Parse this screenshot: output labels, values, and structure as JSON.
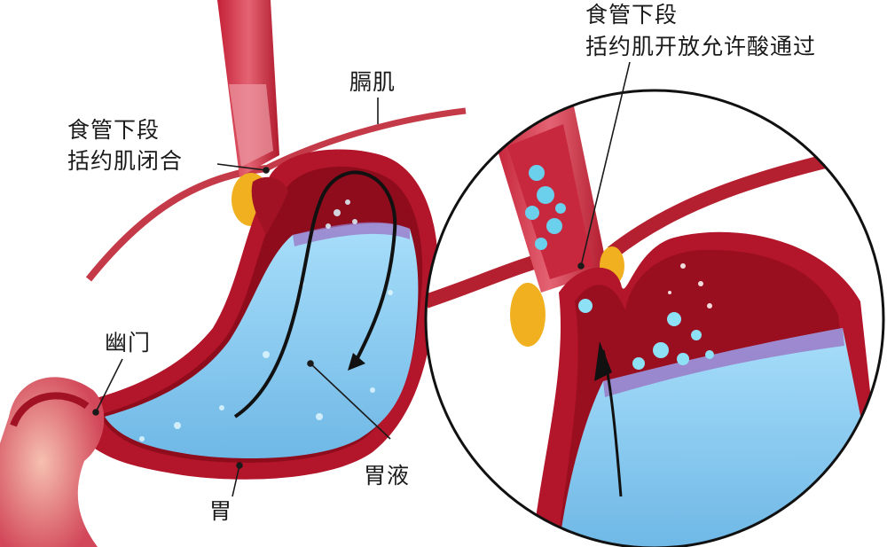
{
  "diagram": {
    "type": "anatomy-illustration",
    "subject": "stomach and lower esophageal sphincter",
    "panels": [
      {
        "id": "left",
        "description": "stomach with closed lower esophageal sphincter"
      },
      {
        "id": "right",
        "description": "magnified inset with open sphincter allowing acid to pass"
      }
    ]
  },
  "labels": {
    "les_closed_line1": "食管下段",
    "les_closed_line2": "括约肌闭合",
    "diaphragm": "膈肌",
    "pylorus": "幽门",
    "stomach": "胃",
    "gastric_juice": "胃液",
    "les_open_line1": "食管下段",
    "les_open_line2": "括约肌开放允许酸通过"
  },
  "colors": {
    "muscle_red": "#b3152a",
    "dark_red": "#8e0c1c",
    "pink_wall": "#e0707c",
    "fluid_blue": "#8fd0f0",
    "fluid_light": "#c6ecfb",
    "purple_band": "#9a74c4",
    "fat_yellow": "#f0b020",
    "leader_line": "#1a1a1a",
    "circle_outline": "#111111"
  }
}
